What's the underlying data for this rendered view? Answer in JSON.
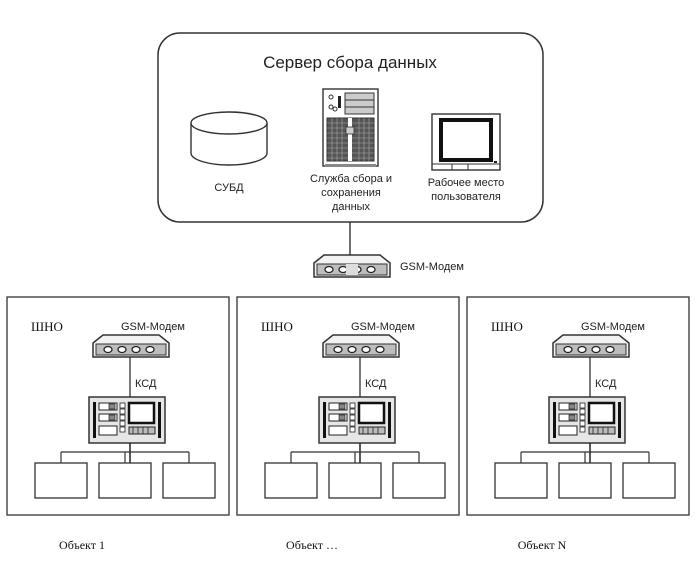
{
  "server": {
    "title": "Сервер сбора данных",
    "dbms_label": "СУБД",
    "service_label": [
      "Служба сбора и",
      "сохранения",
      "данных"
    ],
    "workstation_label": [
      "Рабочее место",
      "пользователя"
    ],
    "modem_label": "GSM-Модем"
  },
  "sites": [
    {
      "name": "ШНО",
      "modem_label": "GSM-Модем",
      "controller_label": "КСД",
      "caption": "Объект 1",
      "device_count": 3
    },
    {
      "name": "ШНО",
      "modem_label": "GSM-Модем",
      "controller_label": "КСД",
      "caption": "Объект …",
      "device_count": 3
    },
    {
      "name": "ШНО",
      "modem_label": "GSM-Модем",
      "controller_label": "КСД",
      "caption": "Объект N",
      "device_count": 3
    }
  ],
  "colors": {
    "line": "#333333",
    "device_fill": "#d9d9d9",
    "dark": "#1a1a1a"
  }
}
